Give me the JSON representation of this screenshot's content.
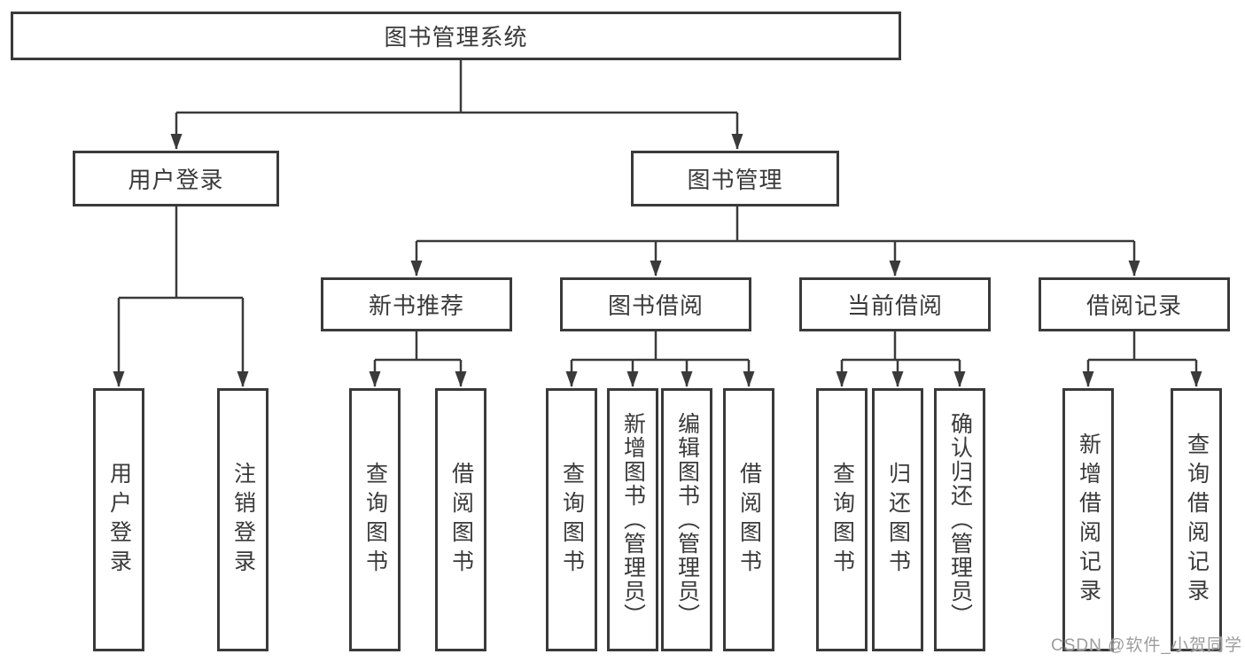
{
  "diagram": {
    "type": "tree",
    "title": "图书管理系统",
    "watermark": "CSDN @软件_小贺同学",
    "colors": {
      "line": "#3a3a3a",
      "box_border": "#3a3a3a",
      "box_fill": "#ffffff",
      "text": "#3a3a3a",
      "watermark": "#9d9d9d",
      "background": "#ffffff"
    }
  },
  "nodes": {
    "root": {
      "label": "图书管理系统"
    },
    "user_login": {
      "label": "用户登录"
    },
    "book_mgmt": {
      "label": "图书管理"
    },
    "new_book": {
      "label": "新书推荐"
    },
    "book_borrow": {
      "label": "图书借阅"
    },
    "current_borrow": {
      "label": "当前借阅"
    },
    "borrow_record": {
      "label": "借阅记录"
    },
    "leaf_login": {
      "label": "用户登录"
    },
    "leaf_logout": {
      "label": "注销登录"
    },
    "leaf_nb_query": {
      "label": "查询图书"
    },
    "leaf_nb_borrow": {
      "label": "借阅图书"
    },
    "leaf_bb_query": {
      "label": "查询图书"
    },
    "leaf_bb_add": {
      "label": "新增图书（管理员）"
    },
    "leaf_bb_edit": {
      "label": "编辑图书（管理员）"
    },
    "leaf_bb_borrow": {
      "label": "借阅图书"
    },
    "leaf_cb_query": {
      "label": "查询图书"
    },
    "leaf_cb_return": {
      "label": "归还图书"
    },
    "leaf_cb_confirm": {
      "label": "确认归还（管理员）"
    },
    "leaf_br_add": {
      "label": "新增借阅记录"
    },
    "leaf_br_query": {
      "label": "查询借阅记录"
    }
  },
  "hierarchy": {
    "图书管理系统": {
      "用户登录": [
        "用户登录",
        "注销登录"
      ],
      "图书管理": {
        "新书推荐": [
          "查询图书",
          "借阅图书"
        ],
        "图书借阅": [
          "查询图书",
          "新增图书（管理员）",
          "编辑图书（管理员）",
          "借阅图书"
        ],
        "当前借阅": [
          "查询图书",
          "归还图书",
          "确认归还（管理员）"
        ],
        "借阅记录": [
          "新增借阅记录",
          "查询借阅记录"
        ]
      }
    }
  }
}
